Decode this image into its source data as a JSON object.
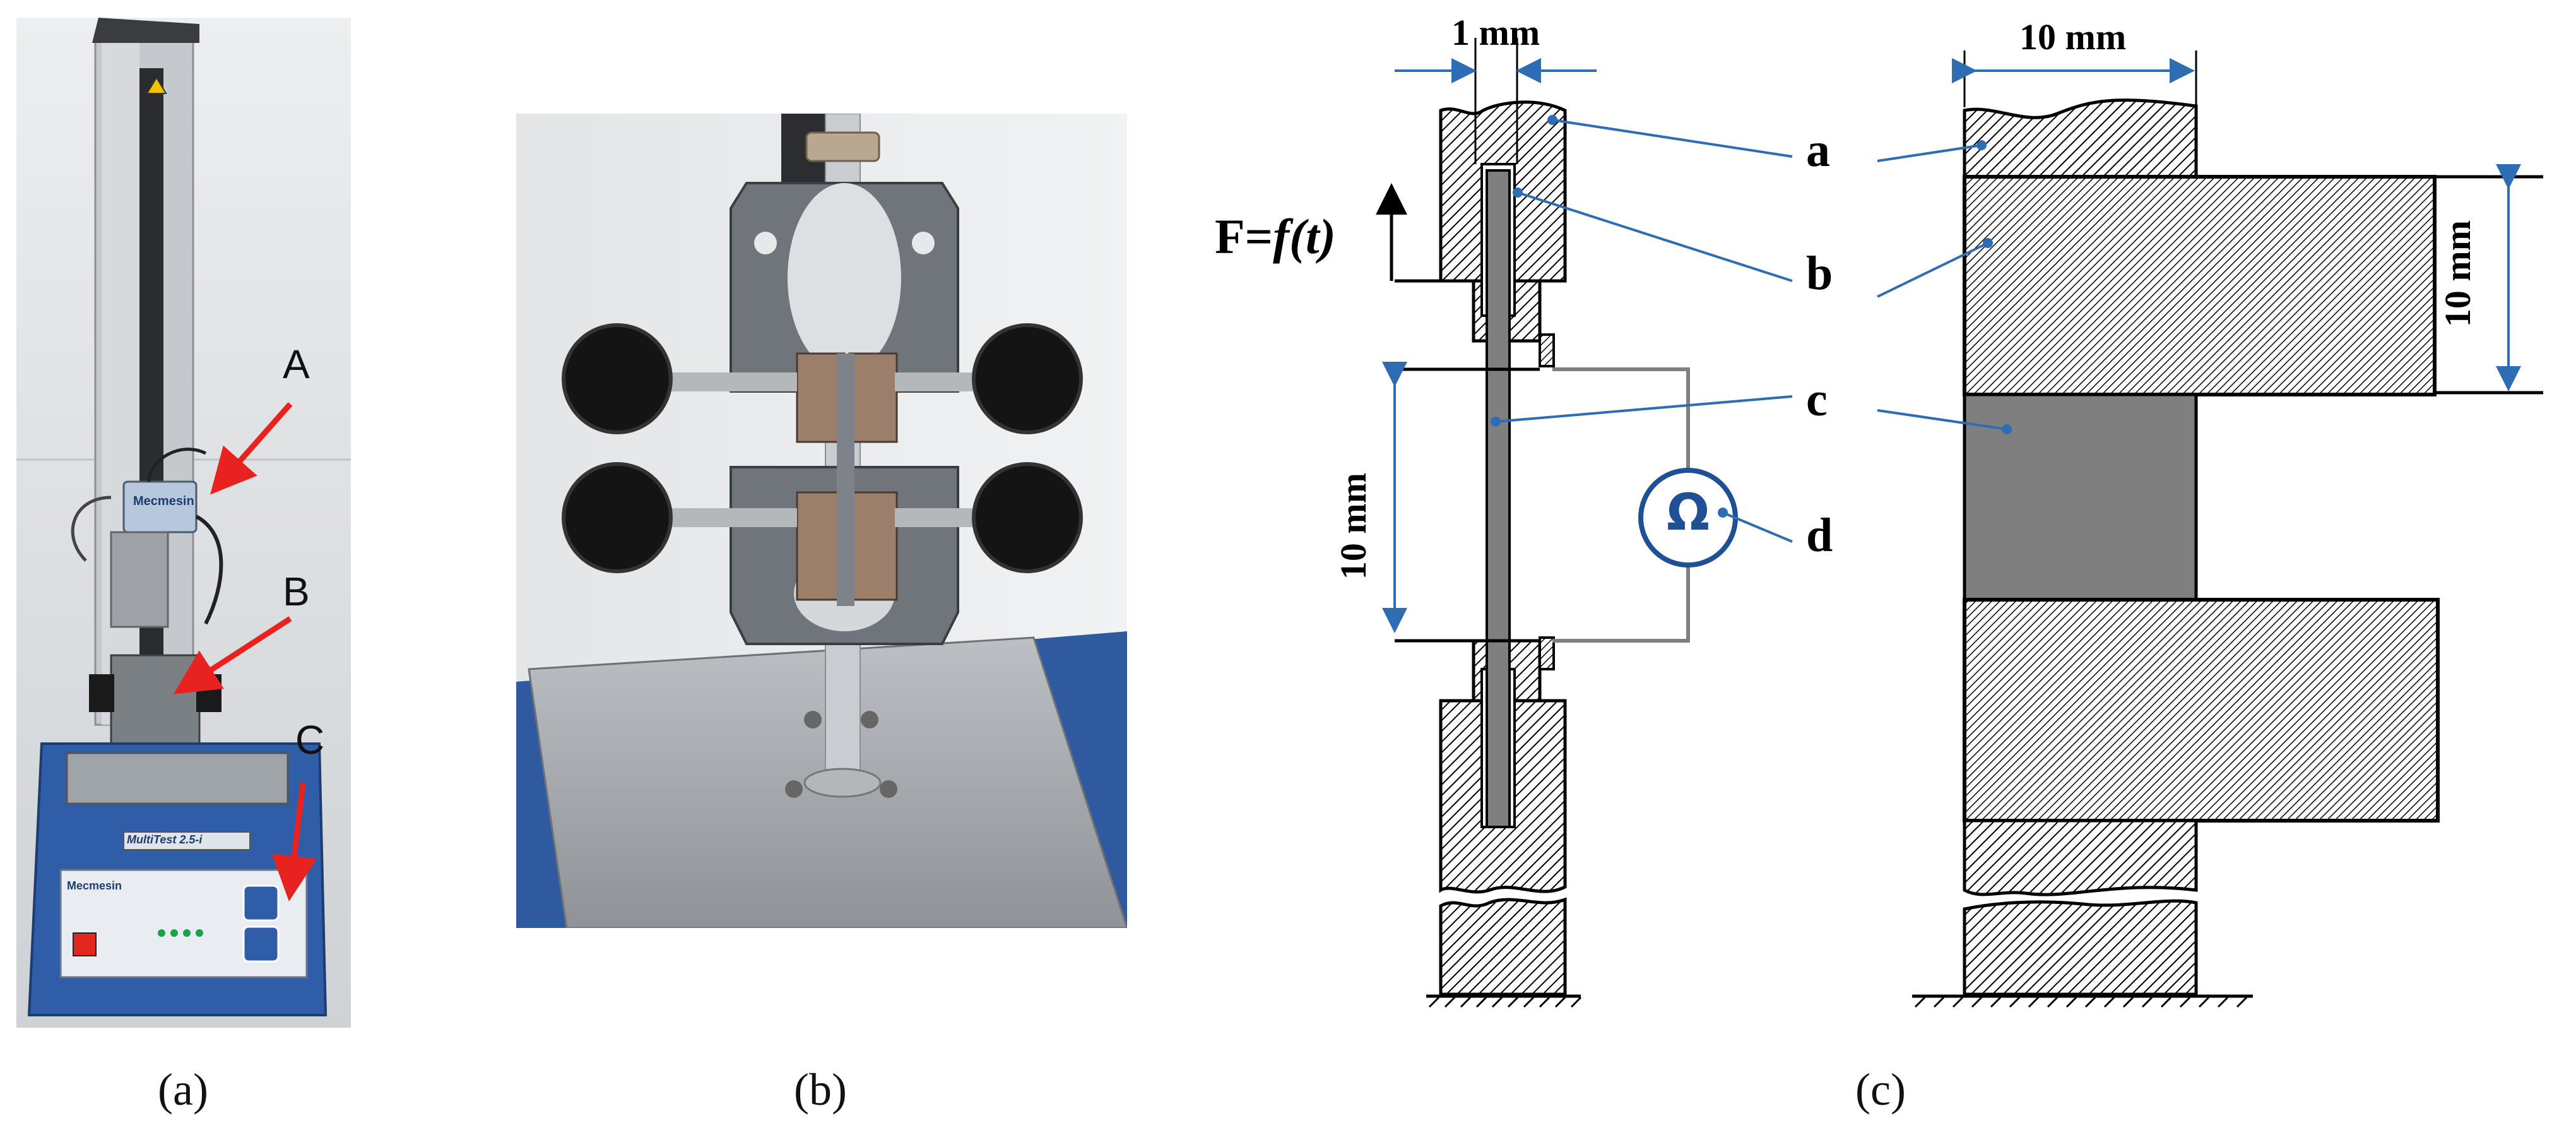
{
  "panels": {
    "a": {
      "caption": "(a)",
      "callouts": [
        "A",
        "B",
        "C"
      ],
      "device_brand": "Mecmesin",
      "device_model": "MultiTest 2.5-i",
      "colors": {
        "base_blue": "#2f5da8",
        "column_gray": "#c5c8cc",
        "arrow_red": "#e8231f"
      }
    },
    "b": {
      "caption": "(b)",
      "colors": {
        "grip_steel": "#6f757b",
        "plate_steel": "#a9adb1",
        "knob_black": "#141414",
        "frame_blue": "#2f5aa0"
      }
    },
    "c": {
      "caption": "(c)",
      "dim_top_left": "1 mm",
      "dim_top_right": "10 mm",
      "dim_gap_left": "10 mm",
      "dim_block_right": "10 mm",
      "force_label": "F=",
      "force_func": "f(t)",
      "labels": [
        "a",
        "b",
        "c",
        "d"
      ],
      "ohm_symbol": "Ω",
      "colors": {
        "leader_blue": "#2e6db4",
        "sample_gray": "#7f7f7f",
        "outline": "#000000"
      }
    }
  }
}
